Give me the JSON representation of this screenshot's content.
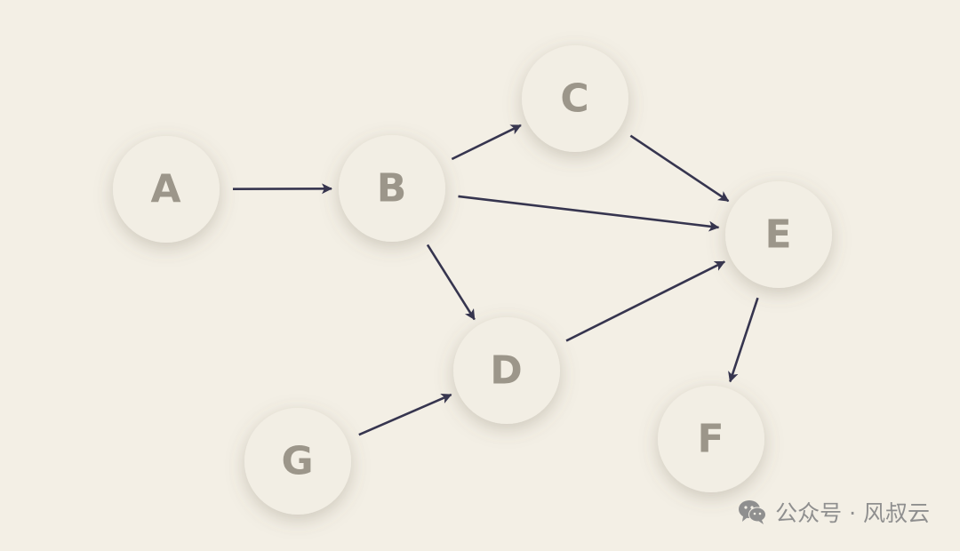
{
  "diagram": {
    "nodes": [
      {
        "id": "A",
        "label": "A"
      },
      {
        "id": "B",
        "label": "B"
      },
      {
        "id": "C",
        "label": "C"
      },
      {
        "id": "D",
        "label": "D"
      },
      {
        "id": "E",
        "label": "E"
      },
      {
        "id": "F",
        "label": "F"
      },
      {
        "id": "G",
        "label": "G"
      }
    ],
    "edges": [
      {
        "from": "A",
        "to": "B"
      },
      {
        "from": "B",
        "to": "C"
      },
      {
        "from": "B",
        "to": "E"
      },
      {
        "from": "B",
        "to": "D"
      },
      {
        "from": "C",
        "to": "E"
      },
      {
        "from": "D",
        "to": "E"
      },
      {
        "from": "E",
        "to": "F"
      },
      {
        "from": "G",
        "to": "D"
      }
    ],
    "colors": {
      "background": "#f3efe5",
      "node_fill": "#f2eee4",
      "node_text": "#9c968a",
      "edge": "#36354f"
    }
  },
  "watermark": {
    "icon": "wechat-icon",
    "text": "公众号 · 风叔云"
  }
}
